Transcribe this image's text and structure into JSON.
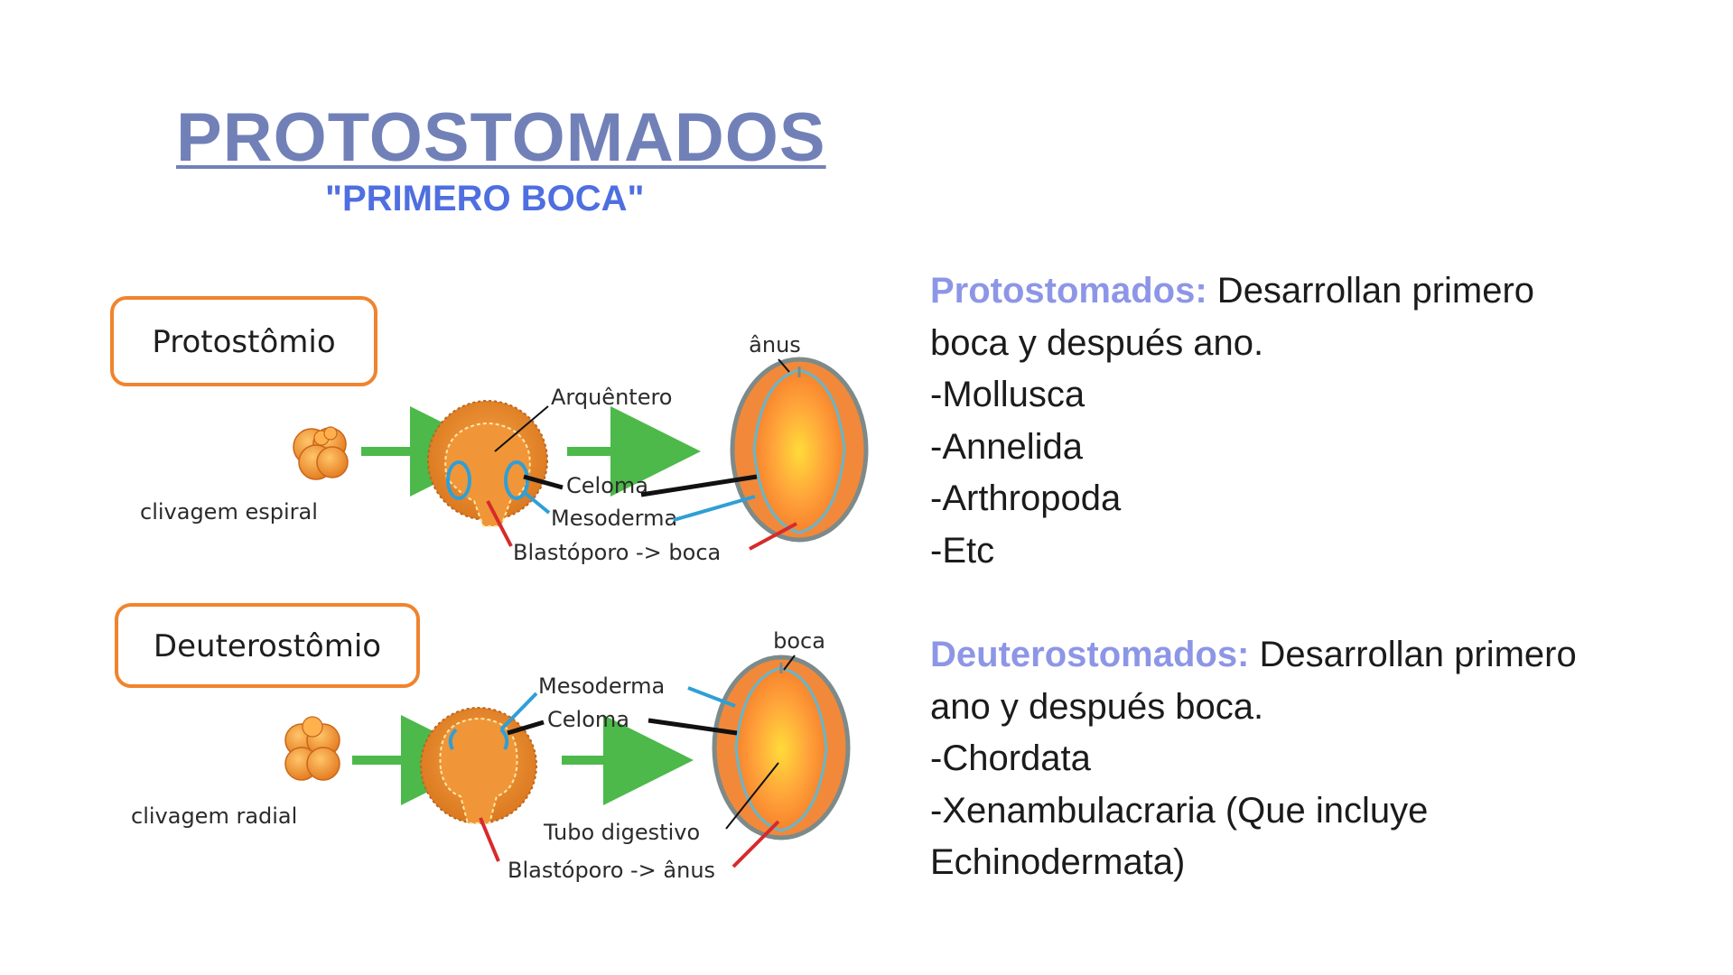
{
  "slide": {
    "title": "PROTOSTOMADOS",
    "subtitle": "\"PRIMERO BOCA\""
  },
  "diagram": {
    "proto": {
      "box_label": "Protostômio",
      "cleavage": "clivagem espiral",
      "labels": {
        "anus": "ânus",
        "archenteron": "Arquêntero",
        "coelom": "Celoma",
        "mesoderm": "Mesoderma",
        "blastopore": "Blastóporo -> boca"
      }
    },
    "deutero": {
      "box_label": "Deuterostômio",
      "cleavage": "clivagem radial",
      "labels": {
        "mouth": "boca",
        "mesoderm": "Mesoderma",
        "coelom": "Celoma",
        "gut": "Tubo digestivo",
        "blastopore": "Blastóporo -> ânus"
      }
    },
    "colors": {
      "box_border": "#f0842e",
      "arrow": "#4cb94a",
      "embryo_fill": "#e58a2a",
      "mesoderm_line": "#2f9fd6",
      "blastopore_line": "#d62b2b",
      "coelom_line": "#111111"
    }
  },
  "text": {
    "proto": {
      "keyword": "Protostomados:",
      "rest": " Desarrollan primero",
      "line2": "boca y después ano.",
      "items": [
        "-Mollusca",
        "-Annelida",
        "-Arthropoda",
        "-Etc"
      ]
    },
    "deutero": {
      "keyword": "Deuterostomados:",
      "rest": " Desarrollan primero",
      "line2": "ano y después boca.",
      "items": [
        "-Chordata",
        "-Xenambulacraria (Que incluye",
        "Echinodermata)"
      ]
    },
    "keyword_color": "#8d96e6"
  }
}
